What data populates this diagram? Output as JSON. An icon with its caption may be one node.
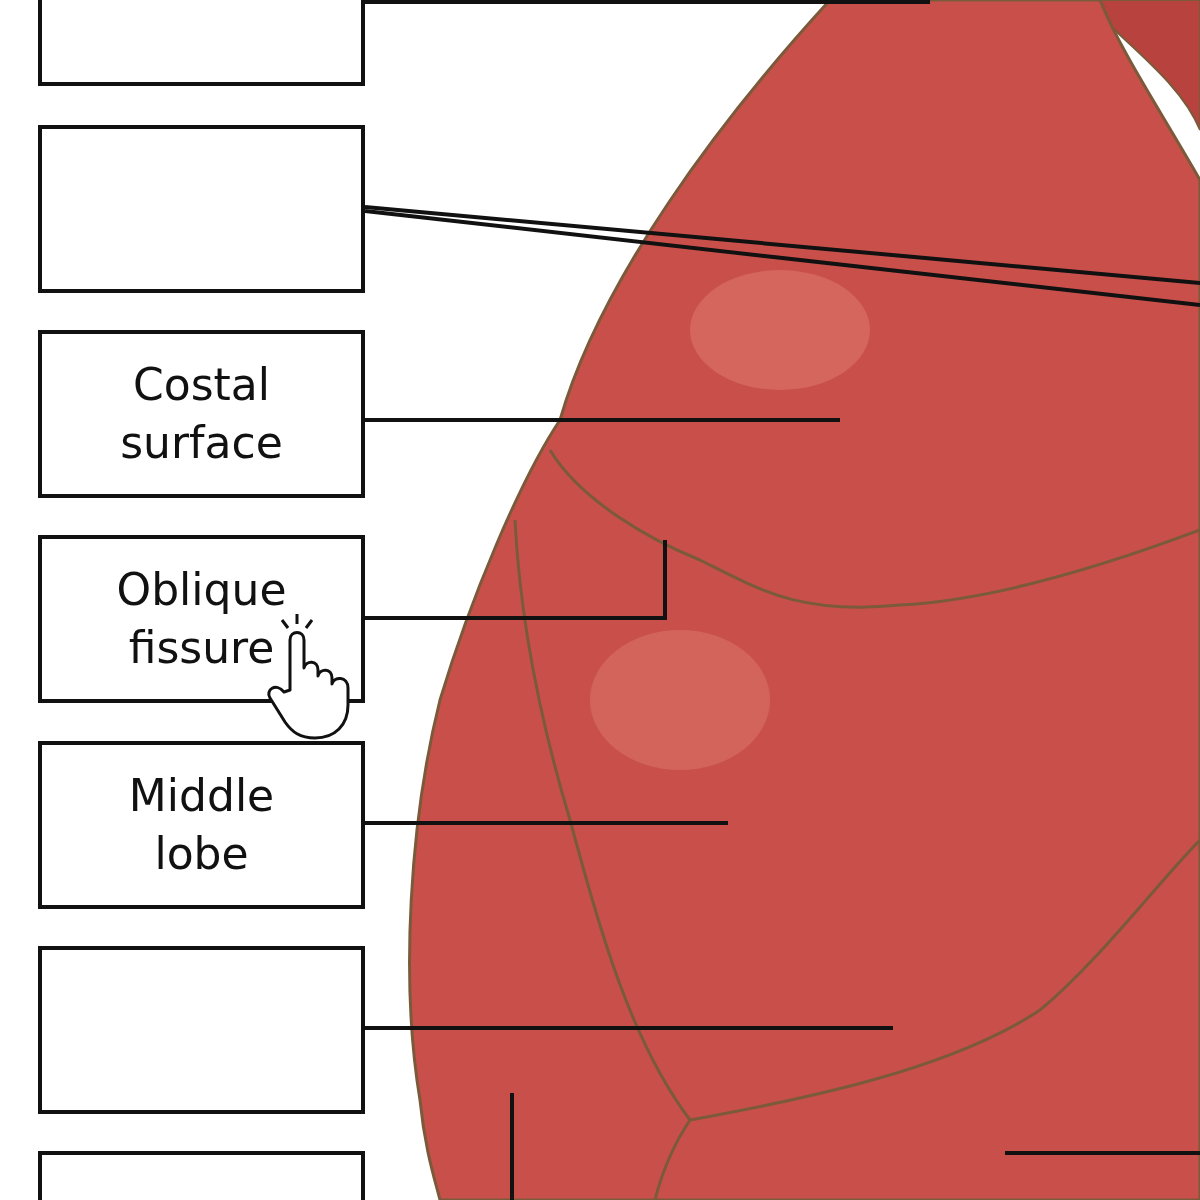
{
  "diagram": {
    "nodes": [
      {
        "text": [],
        "shape": "box"
      },
      {
        "text": [],
        "shape": "box"
      },
      {
        "text": [
          "Costal surface"
        ]
      },
      {
        "text": [
          "Oblique fissure"
        ]
      },
      {
        "text": [
          "Middle lobe"
        ]
      },
      {
        "text": [],
        "shape": "box"
      },
      {
        "text": [],
        "shape": "box"
      }
    ],
    "edges": [
      {
        "from": 0,
        "to": null,
        "arrow": "none"
      },
      {
        "from": 1,
        "to": null,
        "arrow": "none"
      },
      {
        "from": 1,
        "to": null,
        "arrow": "none"
      },
      {
        "from": 2,
        "to": null,
        "arrow": "none"
      },
      {
        "from": 3,
        "to": null,
        "arrow": "none"
      },
      {
        "from": 4,
        "to": null,
        "arrow": "none"
      },
      {
        "from": 5,
        "to": null,
        "arrow": "none"
      }
    ]
  }
}
